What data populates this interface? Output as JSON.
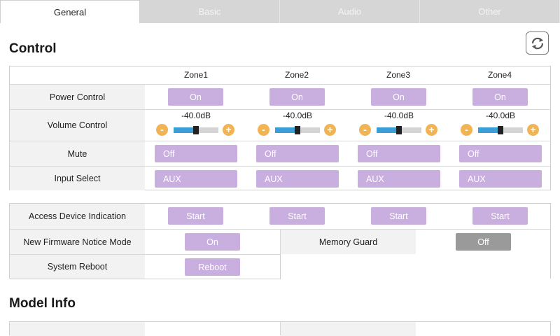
{
  "tabs": [
    "General",
    "Basic",
    "Audio",
    "Other"
  ],
  "control": {
    "title": "Control",
    "zones": [
      "Zone1",
      "Zone2",
      "Zone3",
      "Zone4"
    ],
    "power": {
      "label": "Power Control",
      "values": [
        "On",
        "On",
        "On",
        "On"
      ]
    },
    "volume": {
      "label": "Volume Control",
      "values": [
        "-40.0dB",
        "-40.0dB",
        "-40.0dB",
        "-40.0dB"
      ],
      "level": 0.5
    },
    "mute": {
      "label": "Mute",
      "values": [
        "Off",
        "Off",
        "Off",
        "Off"
      ]
    },
    "input": {
      "label": "Input Select",
      "values": [
        "AUX",
        "AUX",
        "AUX",
        "AUX"
      ]
    }
  },
  "system": {
    "access": {
      "label": "Access Device Indication",
      "values": [
        "Start",
        "Start",
        "Start",
        "Start"
      ]
    },
    "firmware": {
      "label": "New Firmware Notice Mode",
      "value": "On"
    },
    "memory": {
      "label": "Memory Guard",
      "value": "Off"
    },
    "reboot": {
      "label": "System Reboot",
      "value": "Reboot"
    }
  },
  "model": {
    "title": "Model Info"
  },
  "icons": {
    "refresh": "refresh-icon",
    "minus": "minus-icon",
    "plus": "plus-icon"
  },
  "colors": {
    "button": "#c9aee0",
    "disabled": "#9a9a9a",
    "volume_fill": "#3a9fd6",
    "stepper": "#f1b454"
  }
}
